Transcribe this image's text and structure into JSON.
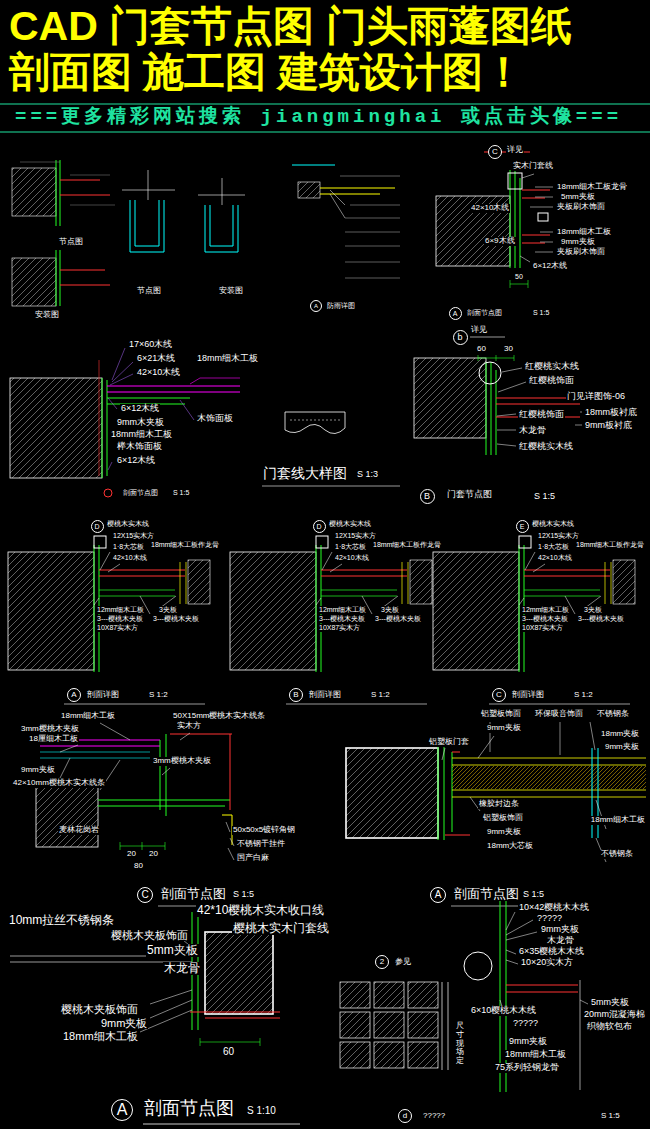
{
  "diagram": {
    "title": "CAD 门套节点图 门头雨蓬图纸",
    "nodes": [
      {
        "text": [
          "C"
        ]
      },
      {
        "text": [
          "A"
        ]
      },
      {
        "text": [
          "A"
        ]
      },
      {
        "text": [
          "b"
        ]
      },
      {
        "text": [
          "B"
        ]
      },
      {
        "text": [
          "D"
        ]
      },
      {
        "text": [
          "D"
        ]
      },
      {
        "text": [
          "E"
        ]
      },
      {
        "text": [
          "A"
        ]
      },
      {
        "text": [
          "B"
        ]
      },
      {
        "text": [
          "C"
        ]
      },
      {
        "text": [
          "C"
        ]
      },
      {
        "text": [
          "A"
        ]
      },
      {
        "text": [
          "A"
        ]
      },
      {
        "text": [
          "2"
        ]
      },
      {
        "text": [
          "d"
        ]
      }
    ],
    "labels": [
      "剖面图 施工图 建筑设计图！",
      "===更多精彩网站搜索 jiangminghai 或点击头像===",
      "节点图",
      "节点图",
      "安装图",
      "安装图",
      "防雨详图",
      "详见",
      "实木门套线",
      "18mm细木工板龙骨",
      "5mm夹板",
      "夹板刷木饰面",
      "42×10木线",
      "6×9木线",
      "18mm细木工板",
      "9mm夹板",
      "夹板刷木饰面",
      "6×12木线",
      "50",
      "剖面节点图",
      "S 1:5",
      "17×60木线",
      "6×21木线",
      "18mm细木工板",
      "42×10木线",
      "6×12木线",
      "9mm木夹板",
      "18mm细木工板",
      "榉木饰面板",
      "6×12木线",
      "木饰面板",
      "剖面节点图",
      "S 1:5",
      "门套线大样图",
      "S 1:3",
      "详见",
      "60",
      "30",
      "红樱桃实木线",
      "红樱桃饰面",
      "门见详图饰-06",
      "18mm板衬底",
      "9mm板衬底",
      "红樱桃饰面",
      "木龙骨",
      "红樱桃实木线",
      "门套节点图",
      "S 1:5",
      "樱桃木实木线",
      "12X15实木方",
      "18mm细木工板作龙骨",
      "1·8大芯板",
      "42×10木线",
      "12mm细木工板",
      "3---樱桃木夹板",
      "10X87实木方",
      "3夹板",
      "3---樱桃木夹板",
      "剖面详图",
      "S 1:2",
      "樱桃木实木线",
      "12X15实木方",
      "18mm细木工板作龙骨",
      "1·8大芯板",
      "42×10木线",
      "12mm细木工板",
      "3---樱桃木夹板",
      "10X87实木方",
      "3夹板",
      "3---樱桃木夹板",
      "剖面详图",
      "S 1:2",
      "樱桃木实木线",
      "12X15实木方",
      "18mm细木工板作龙骨",
      "1·8大芯板",
      "42×10木线",
      "12mm细木工板",
      "3---樱桃木夹板",
      "10X87实木方",
      "3夹板",
      "3---樱桃木夹板",
      "剖面详图",
      "S 1:2",
      "18mm细木工板",
      "3mm樱桃木夹板",
      "18厘细木工板",
      "9mm夹板",
      "42×10mm樱桃木实木线条",
      "50X15mm樱桃木实木线条",
      "实木方",
      "3mm樱桃木夹板",
      "50x50x5镀锌角钢",
      "不锈钢干挂件",
      "国产白麻",
      "麦林花岗岩",
      "20",
      "20",
      "80",
      "剖面节点图",
      "S 1:5",
      "铝塑板饰面",
      "环保吸音饰面",
      "不锈钢条",
      "铝塑板门套",
      "9mm夹板",
      "18mm夹板",
      "9mm夹板",
      "橡胶封边条",
      "铝塑板饰面",
      "9mm夹板",
      "18mm大芯板",
      "18mm细木工板",
      "不锈钢条",
      "剖面节点图",
      "S 1:5",
      "10mm拉丝不锈钢条",
      "42*10樱桃木实木收口线",
      "樱桃木夹板饰面",
      "樱桃木实木门套线",
      "5mm夹板",
      "木龙骨",
      "樱桃木夹板饰面",
      "9mm夹板",
      "18mm细木工板",
      "60",
      "剖面节点图",
      "S 1:10",
      "10×42樱桃木木线",
      "?????",
      "9mm夹板",
      "木龙骨",
      "6×35樱桃木木线",
      "10×20实木方",
      "参见",
      "6×10樱桃木木线",
      "?????",
      "9mm夹板",
      "18mm细木工板",
      "75系列轻钢龙骨",
      "5mm夹板",
      "20mm混凝海棉",
      "织物软包布",
      "尺寸现场定",
      "?????",
      "S 1:5"
    ]
  }
}
